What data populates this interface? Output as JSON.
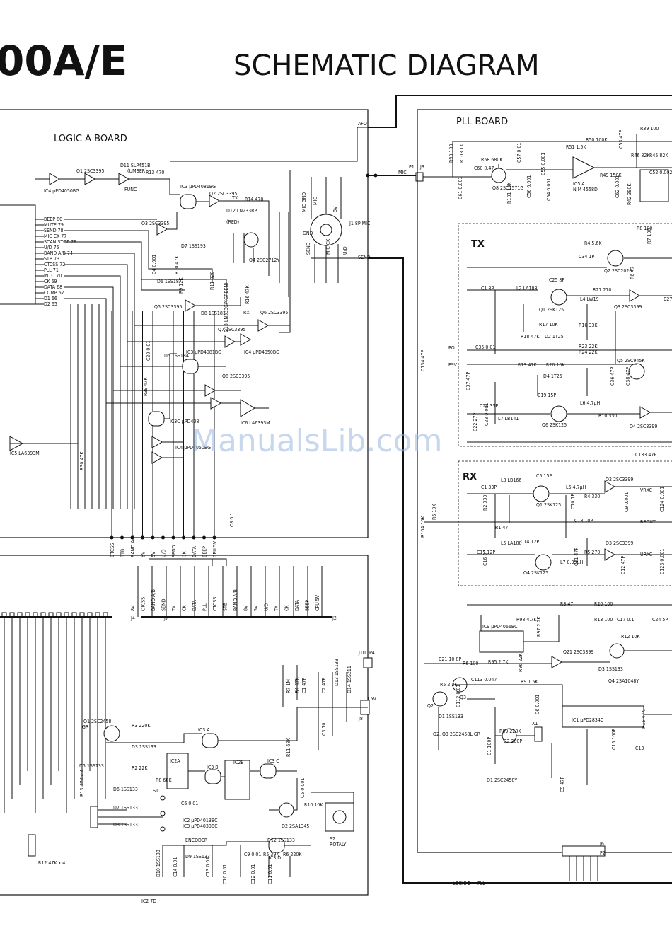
{
  "header": {
    "model_fragment": "00A/E",
    "title": "SCHEMATIC DIAGRAM"
  },
  "boards": {
    "logic_a": "LOGIC A BOARD",
    "pll": "PLL BOARD",
    "tx": "TX",
    "rx": "RX",
    "logic_b_pll": "LOGIC B ~ PLL"
  },
  "watermark": "ManualsLib.com",
  "cpu_pins": [
    "BEEP 80",
    "MUTE 79",
    "SEND 78",
    "MIC CK 77",
    "SCAN STOP 76",
    "U/D 75",
    "BAND A/B 74",
    "STB 73",
    "CTCSS 72",
    "PLL 71",
    "INTO 70",
    "CK 69",
    "DATA 68",
    "COMP 67",
    "D1 66",
    "D2 65"
  ],
  "logic_a_parts": [
    "IC4 μPD4050BG",
    "Q1 2SC3395",
    "D11 SLP451B",
    "(UMBER)",
    "FUNC",
    "R13 470",
    "IC3 μPD4081BG",
    "Q2 2SC3395",
    "TX",
    "R14 470",
    "D12 LN233RP",
    "(RED)",
    "Q3 2SC3395",
    "D7 1SS193",
    "C4 0.001",
    "R10 47K",
    "D6 1SS187",
    "R9 12K",
    "Q5 2SC3395",
    "D8 1SS181",
    "R11 820",
    "Q4 2SC2712Y",
    "D13 LN333GP(GREEN)",
    "RX",
    "R16 47K",
    "Q6 2SC3395",
    "Q7 2SC3395",
    "IC4 μPD4050BG",
    "IC3 μPD4081BG",
    "D5 1SS184",
    "C20 0.01",
    "R39 47K",
    "Q8 2SC3395",
    "IC6 LA6393M",
    "IC3C μPD408",
    "IC4 μPD4050BG",
    "IC5 LA6393M",
    "R30 47K",
    "C8 0.1"
  ],
  "logic_a_bus": [
    "CTCSS",
    "STB",
    "BAND A/B",
    "8V",
    "5V",
    "U/D",
    "SEND",
    "CK",
    "DATA",
    "BEEP",
    "CPU 5V"
  ],
  "connectors": {
    "j1": "J1 8P MIC",
    "j1_pins": [
      "MIC GND",
      "MIC",
      "8V",
      "U/D",
      "MIC CK",
      "SEND",
      "GND"
    ],
    "j3": "J3",
    "p1": "P1",
    "mic": "MIC",
    "afo": "AFO",
    "send_line": "SEND",
    "j4": "J4",
    "j7": "J7",
    "j2": "J2",
    "j10": "J10",
    "p4": "P4",
    "j8": "J8",
    "l5v": "L5V",
    "j6": "J6",
    "p2": "P2"
  },
  "logic_b_bus": [
    "8V",
    "CTCSS",
    "BAND A/B",
    "SEND",
    "TX",
    "CK",
    "DATA",
    "PLL",
    "CTCSS",
    "STB",
    "BAND A/B",
    "8V",
    "5V",
    "U/D",
    "TX",
    "CK",
    "DATA",
    "BEEP",
    "CPU 5V"
  ],
  "logic_b_parts": [
    "Q1 2SC2458",
    "GR",
    "R3 220K",
    "D3 1SS133",
    "D5 1SS133",
    "R2 22K",
    "D6 1SS133",
    "D7 1SS133",
    "D8 1SS133",
    "R13 47K x 4",
    "R12 47K x 4",
    "S1",
    "IC3 A",
    "IC2A",
    "IC2B",
    "IC3 B",
    "IC3 C",
    "R8 68K",
    "C6 0.01",
    "IC2 μPD4013BC",
    "IC3 μPD4030BC",
    "R11 68K",
    "C5 0.001",
    "R10 10K",
    "Q2 2SA1345",
    "S2",
    "ROTALY",
    "ENCODER",
    "D9 1SS133",
    "D10 1SS133",
    "C14 0.01",
    "C13 0.01",
    "C12 0.01",
    "C11 0.01",
    "C10 0.01",
    "C9 0.01",
    "R5 39K",
    "R6 220K",
    "R7 1M",
    "R4 47K",
    "C1 47P",
    "C2 47P",
    "D13 1SS133",
    "D14 1SS211",
    "C3 10",
    "D12 1SS133",
    "IC3 D",
    "IC2 7D"
  ],
  "pll_parts": [
    "R39 100",
    "R90 100",
    "R103 1K",
    "R58 680K",
    "C60 0.47",
    "C61 0.001",
    "Q8 2SC1571G",
    "R101 10K",
    "R51 1.5K",
    "R50 100K",
    "R49 150K",
    "IC5 A",
    "NJM 4558D",
    "C57 0.01",
    "C56 0.001",
    "C54 0.001",
    "C55 0.001",
    "R46 82K",
    "R45 82K",
    "C52 0.0022",
    "C62 0.001",
    "C53 47P",
    "R42 390K"
  ],
  "tx_parts": [
    "R4 5.6K",
    "R8 100",
    "C34 1P",
    "Q2 2SC2026",
    "R7 100",
    "C1 8P",
    "L2 LA188",
    "C25 8P",
    "Q1 2SK125",
    "R17 10K",
    "R18 47K",
    "D2 1T25",
    "L4 LW19",
    "R6 47",
    "Q3 2SC3399",
    "R27 270",
    "C27",
    "R16 33K",
    "R23 22K",
    "R24 22K",
    "R19 47K",
    "R20 10K",
    "D4 1T25",
    "C19 15P",
    "Q6 2SK125",
    "L6 4.7μH",
    "R10 330",
    "Q4 2SC3399",
    "Q5 2SC945K",
    "C36 47P",
    "C38 47P",
    "C24 33P",
    "L7 LB141",
    "C22 27P",
    "C23 0.001",
    "C35 0.01",
    "C37 47P",
    "C133 47P",
    "C134 47P",
    "PO",
    "F9V"
  ],
  "rx_parts": [
    "C5 15P",
    "C1 33P",
    "L8 LB166",
    "L6 4.7μH",
    "Q2 2SC3399",
    "R4 330",
    "C10 1P",
    "C9 0.001",
    "Q1 2SK125",
    "R2 330",
    "R1 47",
    "C18 10P",
    "C14 12P",
    "Q4 2SK125",
    "C16 3P",
    "L5 LA188",
    "R5 270",
    "Q3 2SC3399",
    "L7 0.39μH",
    "C12 47P",
    "C11 47P",
    "R6 10K",
    "R104 10K",
    "C17 12P",
    "VRXC",
    "REOUT",
    "URXC",
    "C124 0.001",
    "C123 0.001"
  ],
  "pll_lower_parts": [
    "R8 47",
    "R20 100",
    "R98 4.7K",
    "IC9 μPD4066BC",
    "R97 2.2K",
    "C21 10 8P",
    "R6 100",
    "R95 2.7K",
    "R96 22K",
    "Q21 2SC3399",
    "R5 2.2K",
    "C113 0.047",
    "R9 1.5K",
    "Q3",
    "Q2",
    "D1 1SS133",
    "Q2, Q3 2SC2458L GR",
    "C112 0.01",
    "R13 100",
    "C17 0.1",
    "D3 1SS133",
    "Q4 2SA1048Y",
    "R12 10K",
    "C24 5P",
    "IC1 μPD2834C",
    "R89 220K",
    "C2 200P",
    "C1 100P",
    "X1",
    "Q1 2SC2458Y",
    "C6 0.001",
    "C9 47P",
    "C15 100P",
    "C13",
    "R15 47K"
  ]
}
